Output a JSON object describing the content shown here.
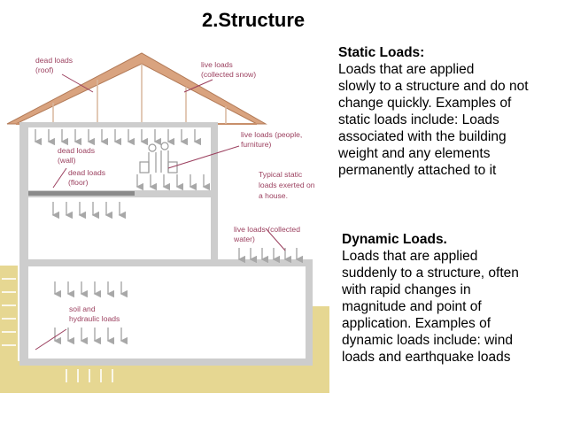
{
  "slide": {
    "title": "2.Structure"
  },
  "static_loads": {
    "heading": "Static Loads:",
    "lines": [
      "Loads that are applied",
      "slowly  to a structure and do not",
      "change quickly. Examples of",
      "static loads include: Loads",
      "associated with the building",
      "weight and any elements",
      "permanently attached  to it"
    ]
  },
  "dynamic_loads": {
    "heading": "Dynamic Loads.",
    "lines": [
      "Loads that are applied",
      "suddenly to a structure, often",
      "with rapid changes in",
      "magnitude and point of",
      "application. Examples of",
      "dynamic loads include: wind",
      "loads and earthquake loads"
    ]
  },
  "diagram": {
    "labels": {
      "dead_roof_1": "dead loads",
      "dead_roof_2": "(roof)",
      "live_snow_1": "live loads",
      "live_snow_2": "(collected snow)",
      "dead_wall_1": "dead loads",
      "dead_wall_2": "(wall)",
      "dead_floor_1": "dead loads",
      "dead_floor_2": "(floor)",
      "live_people_1": "live loads (people,",
      "live_people_2": "furniture)",
      "typical_1": "Typical static",
      "typical_2": "loads exerted on",
      "typical_3": "a house.",
      "live_water_1": "live loads (collected",
      "live_water_2": "water)",
      "soil_1": "soil and",
      "soil_2": "hydraulic loads"
    },
    "colors": {
      "label": "#9b3f5e",
      "soil": "#e6d792",
      "wall": "#cdcdcd",
      "roof": "#d9a37f",
      "arrow": "#a8a8a8"
    }
  }
}
